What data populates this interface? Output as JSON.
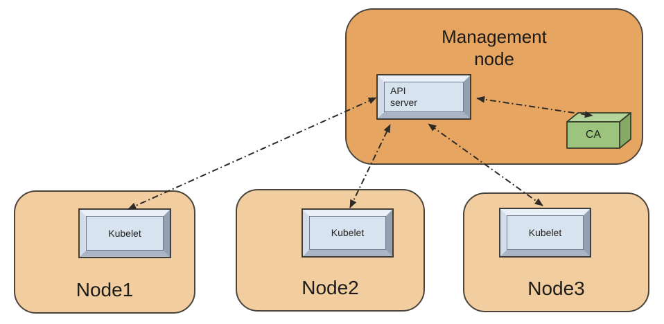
{
  "management": {
    "title": "Management node",
    "api_server_label": "API server",
    "ca_label": "CA"
  },
  "nodes": [
    {
      "label": "Node1",
      "component_label": "Kubelet"
    },
    {
      "label": "Node2",
      "component_label": "Kubelet"
    },
    {
      "label": "Node3",
      "component_label": "Kubelet"
    }
  ],
  "connections": [
    {
      "from": "Kubelet (Node1)",
      "to": "API server",
      "style": "dash-dot",
      "bidirectional": true
    },
    {
      "from": "Kubelet (Node2)",
      "to": "API server",
      "style": "dash-dot",
      "bidirectional": true
    },
    {
      "from": "Kubelet (Node3)",
      "to": "API server",
      "style": "dash-dot",
      "bidirectional": true
    },
    {
      "from": "API server",
      "to": "CA",
      "style": "dash-dot",
      "bidirectional": true
    }
  ],
  "colors": {
    "management_fill": "#e7a562",
    "node_fill": "#f2cd9f",
    "device_face": "#d8e3f0",
    "device_bevel_dark": "#93a0b1",
    "ca_front": "#9cc47f",
    "ca_top": "#b3d49b",
    "ca_side": "#85aa66",
    "outline": "#4a443c",
    "arrow": "#2e2a26"
  }
}
